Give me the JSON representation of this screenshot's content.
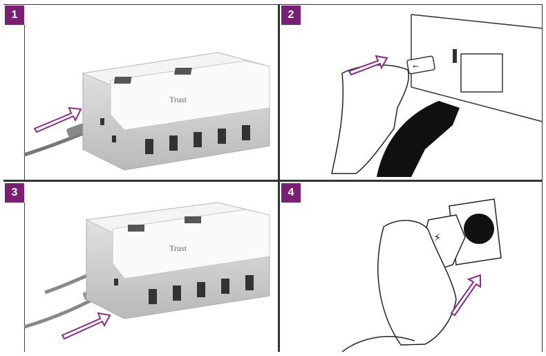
{
  "steps": [
    {
      "number": "1",
      "brand_label": "Trust"
    },
    {
      "number": "2"
    },
    {
      "number": "3",
      "brand_label": "Trust"
    },
    {
      "number": "4"
    }
  ],
  "colors": {
    "badge": "#7a1f73",
    "arrow": "#8a2a86",
    "hub_body": "#d9d9d9",
    "hub_top": "#f4f4f4"
  }
}
